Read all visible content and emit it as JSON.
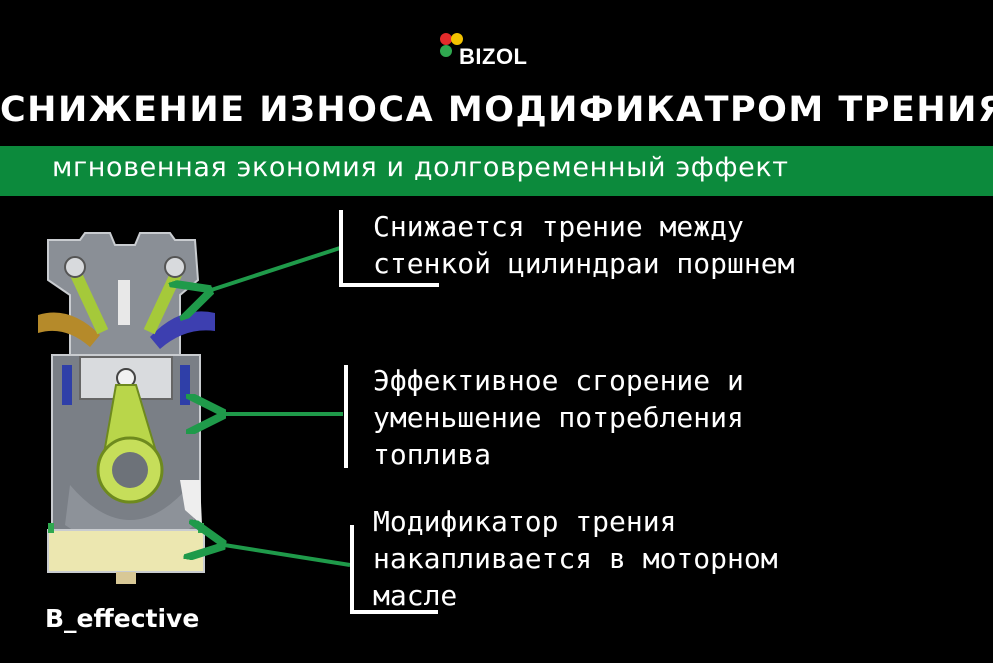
{
  "logo": {
    "text": "BIZOL",
    "dot_colors": [
      "#e32b2b",
      "#f2c200",
      "#2fa84f"
    ]
  },
  "title": "СНИЖЕНИЕ ИЗНОСА МОДИФИКАТРОМ ТРЕНИЯ",
  "subtitle": "мгновенная экономия и долговременный эффект",
  "points": [
    {
      "lines": [
        "Снижается трение между",
        "стенкой цилиндраи поршнем"
      ]
    },
    {
      "lines": [
        "Эффективное сгорение и",
        "уменьшение потребления",
        "топлива"
      ]
    },
    {
      "lines": [
        "Модификатор трения",
        "накапливается в моторном",
        "масле"
      ]
    }
  ],
  "footer": "B_effective",
  "colors": {
    "accent_green": "#0c8a3c",
    "arrow_green": "#1f9a4a",
    "background": "#000000"
  },
  "illustration": "engine-cross-section"
}
